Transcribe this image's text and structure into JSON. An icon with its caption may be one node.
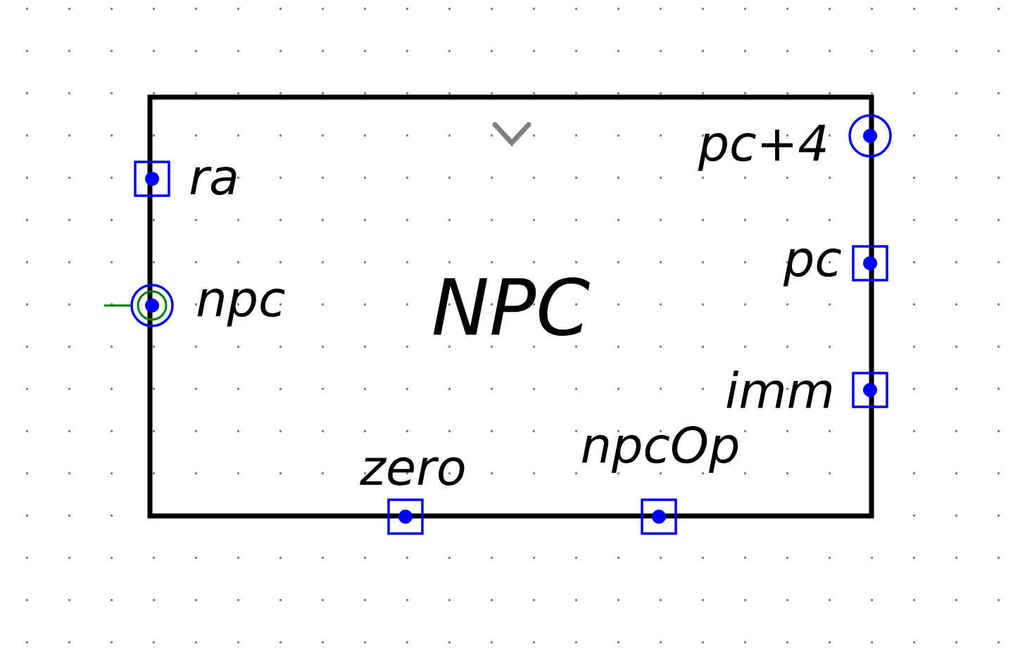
{
  "diagram": {
    "nodes": [
      {
        "text": [
          "NPC"
        ]
      },
      {
        "text": [],
        "shape": "box",
        "beside": [
          "ra"
        ]
      },
      {
        "text": [],
        "shape": "circle",
        "beside": [
          "npc"
        ]
      },
      {
        "text": [],
        "shape": "circle",
        "beside": [
          "pc+4"
        ]
      },
      {
        "text": [],
        "shape": "box",
        "beside": [
          "pc"
        ]
      },
      {
        "text": [],
        "shape": "box",
        "beside": [
          "imm"
        ]
      },
      {
        "text": [],
        "shape": "box",
        "beside": [
          "zero"
        ]
      },
      {
        "text": [],
        "shape": "box",
        "beside": [
          "npcOp"
        ]
      }
    ],
    "edges": [
      {
        "from": null,
        "to": 2,
        "arrow": "none",
        "color": "#007f00"
      }
    ]
  }
}
